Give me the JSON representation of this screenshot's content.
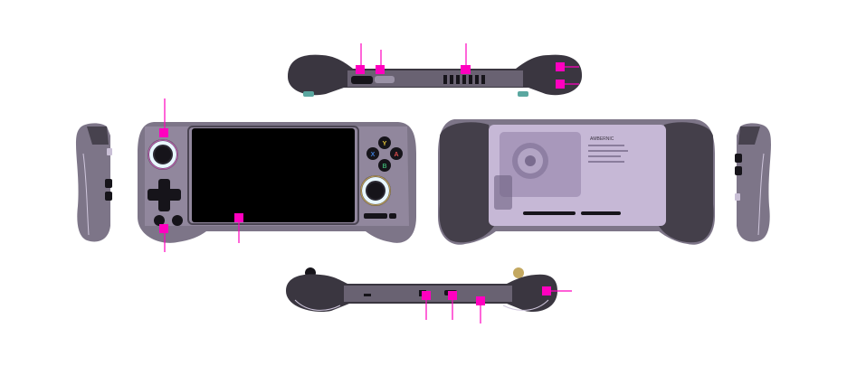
{
  "figure": {
    "marker_color": "#ff00bf",
    "views": [
      "top-view",
      "front-view",
      "back-view",
      "left-side-view",
      "right-side-view",
      "bottom-view"
    ]
  },
  "face_buttons": {
    "x": "X",
    "y": "Y",
    "a": "A",
    "b": "B"
  },
  "back_label": {
    "brand": "AMBERNIC"
  },
  "colors": {
    "shell_dark": "#3a3640",
    "shell_translucent": "#7d7588",
    "shell_lilac": "#b7aac6",
    "screen": "#000000",
    "joystick_ring": "#e8f7ff",
    "button_x": "#3c7bd6",
    "button_y": "#e3c43a",
    "button_a": "#d84a4a",
    "button_b": "#3aa86b"
  }
}
